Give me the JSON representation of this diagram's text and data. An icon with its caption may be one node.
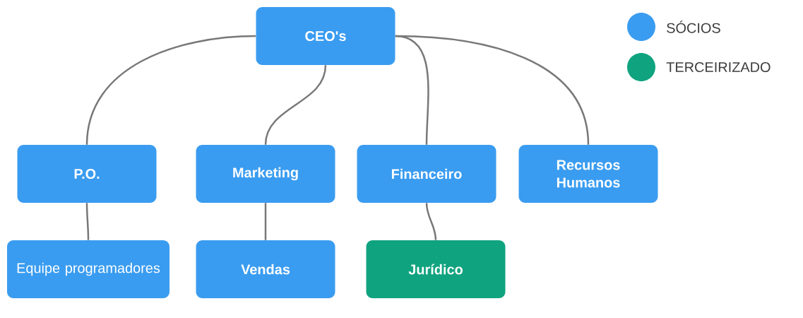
{
  "diagram": {
    "nodes": [
      {
        "text": [
          "CEO's"
        ]
      },
      {
        "text": [
          "P.O."
        ]
      },
      {
        "text": [
          "Marketing"
        ]
      },
      {
        "text": [
          "Financeiro"
        ]
      },
      {
        "text": [
          "Recursos Humanos"
        ]
      },
      {
        "text": [
          "Equipe programadores"
        ]
      },
      {
        "text": [
          "Vendas"
        ]
      },
      {
        "text": [
          "Jurídico"
        ]
      }
    ],
    "edges": [
      {
        "from": 0,
        "to": 1,
        "arrow": "none"
      },
      {
        "from": 0,
        "to": 2,
        "arrow": "none"
      },
      {
        "from": 0,
        "to": 3,
        "arrow": "none"
      },
      {
        "from": 0,
        "to": 4,
        "arrow": "none"
      },
      {
        "from": 1,
        "to": 5,
        "arrow": "none"
      },
      {
        "from": 2,
        "to": 6,
        "arrow": "none"
      },
      {
        "from": 3,
        "to": 7,
        "arrow": "none"
      }
    ],
    "legend": [
      {
        "text": "SÓCIOS",
        "color": "#3a9cf0"
      },
      {
        "text": "TERCEIRIZADO",
        "color": "#10a37f"
      }
    ]
  }
}
